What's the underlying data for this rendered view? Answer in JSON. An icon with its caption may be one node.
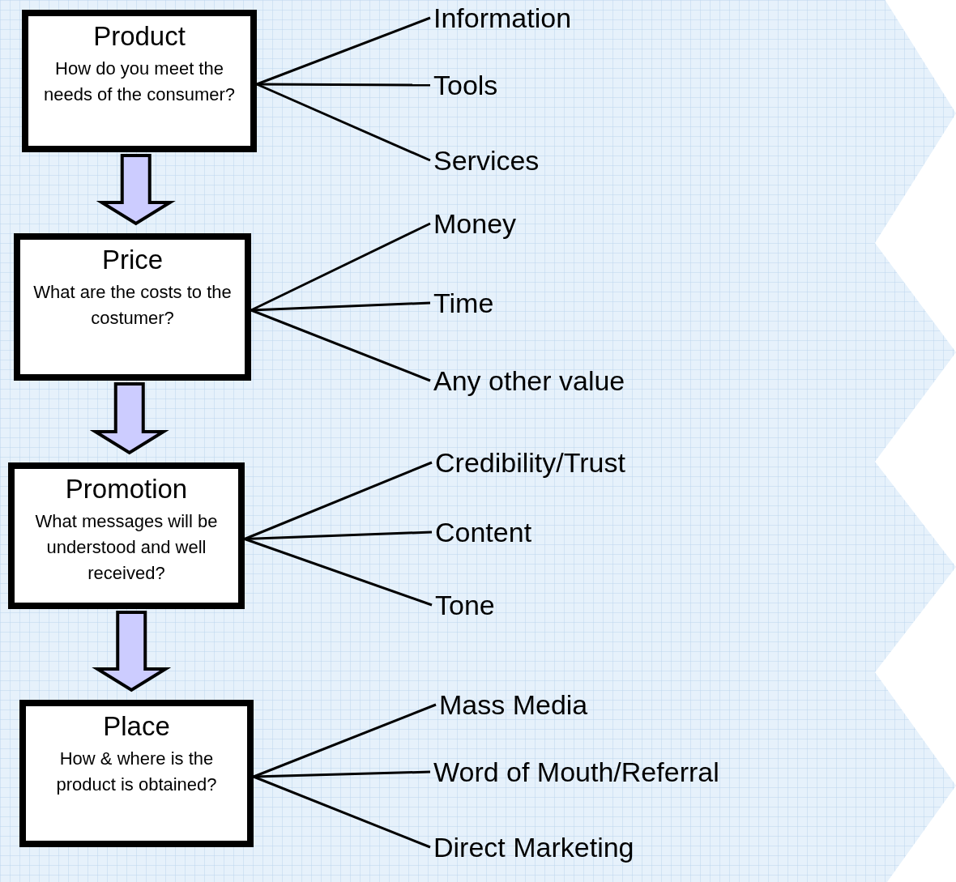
{
  "diagram": {
    "nodes": [
      {
        "text": [
          "Product",
          "How do you meet the needs of the consumer?"
        ]
      },
      {
        "text": [
          "Information"
        ]
      },
      {
        "text": [
          "Tools"
        ]
      },
      {
        "text": [
          "Services"
        ]
      },
      {
        "text": [
          "Price",
          "What are the costs to the costumer?"
        ]
      },
      {
        "text": [
          "Money"
        ]
      },
      {
        "text": [
          "Time"
        ]
      },
      {
        "text": [
          "Any other value"
        ]
      },
      {
        "text": [
          "Promotion",
          "What messages will be understood and well received?"
        ]
      },
      {
        "text": [
          "Credibility/Trust"
        ]
      },
      {
        "text": [
          "Content"
        ]
      },
      {
        "text": [
          "Tone"
        ]
      },
      {
        "text": [
          "Place",
          "How & where is the product is obtained?"
        ]
      },
      {
        "text": [
          "Mass Media"
        ]
      },
      {
        "text": [
          "Word of Mouth/Referral"
        ]
      },
      {
        "text": [
          "Direct Marketing"
        ]
      }
    ],
    "edges": [
      {
        "from": 0,
        "to": 1,
        "arrow": "none"
      },
      {
        "from": 0,
        "to": 2,
        "arrow": "none"
      },
      {
        "from": 0,
        "to": 3,
        "arrow": "none"
      },
      {
        "from": 0,
        "to": 4,
        "arrow": "to",
        "style": "thick",
        "color": "#ccccff"
      },
      {
        "from": 4,
        "to": 5,
        "arrow": "none"
      },
      {
        "from": 4,
        "to": 6,
        "arrow": "none"
      },
      {
        "from": 4,
        "to": 7,
        "arrow": "none"
      },
      {
        "from": 4,
        "to": 8,
        "arrow": "to",
        "style": "thick",
        "color": "#ccccff"
      },
      {
        "from": 8,
        "to": 9,
        "arrow": "none"
      },
      {
        "from": 8,
        "to": 10,
        "arrow": "none"
      },
      {
        "from": 8,
        "to": 11,
        "arrow": "none"
      },
      {
        "from": 8,
        "to": 12,
        "arrow": "to",
        "style": "thick",
        "color": "#ccccff"
      },
      {
        "from": 12,
        "to": 13,
        "arrow": "none"
      },
      {
        "from": 12,
        "to": 14,
        "arrow": "none"
      },
      {
        "from": 12,
        "to": 15,
        "arrow": "none"
      }
    ]
  }
}
